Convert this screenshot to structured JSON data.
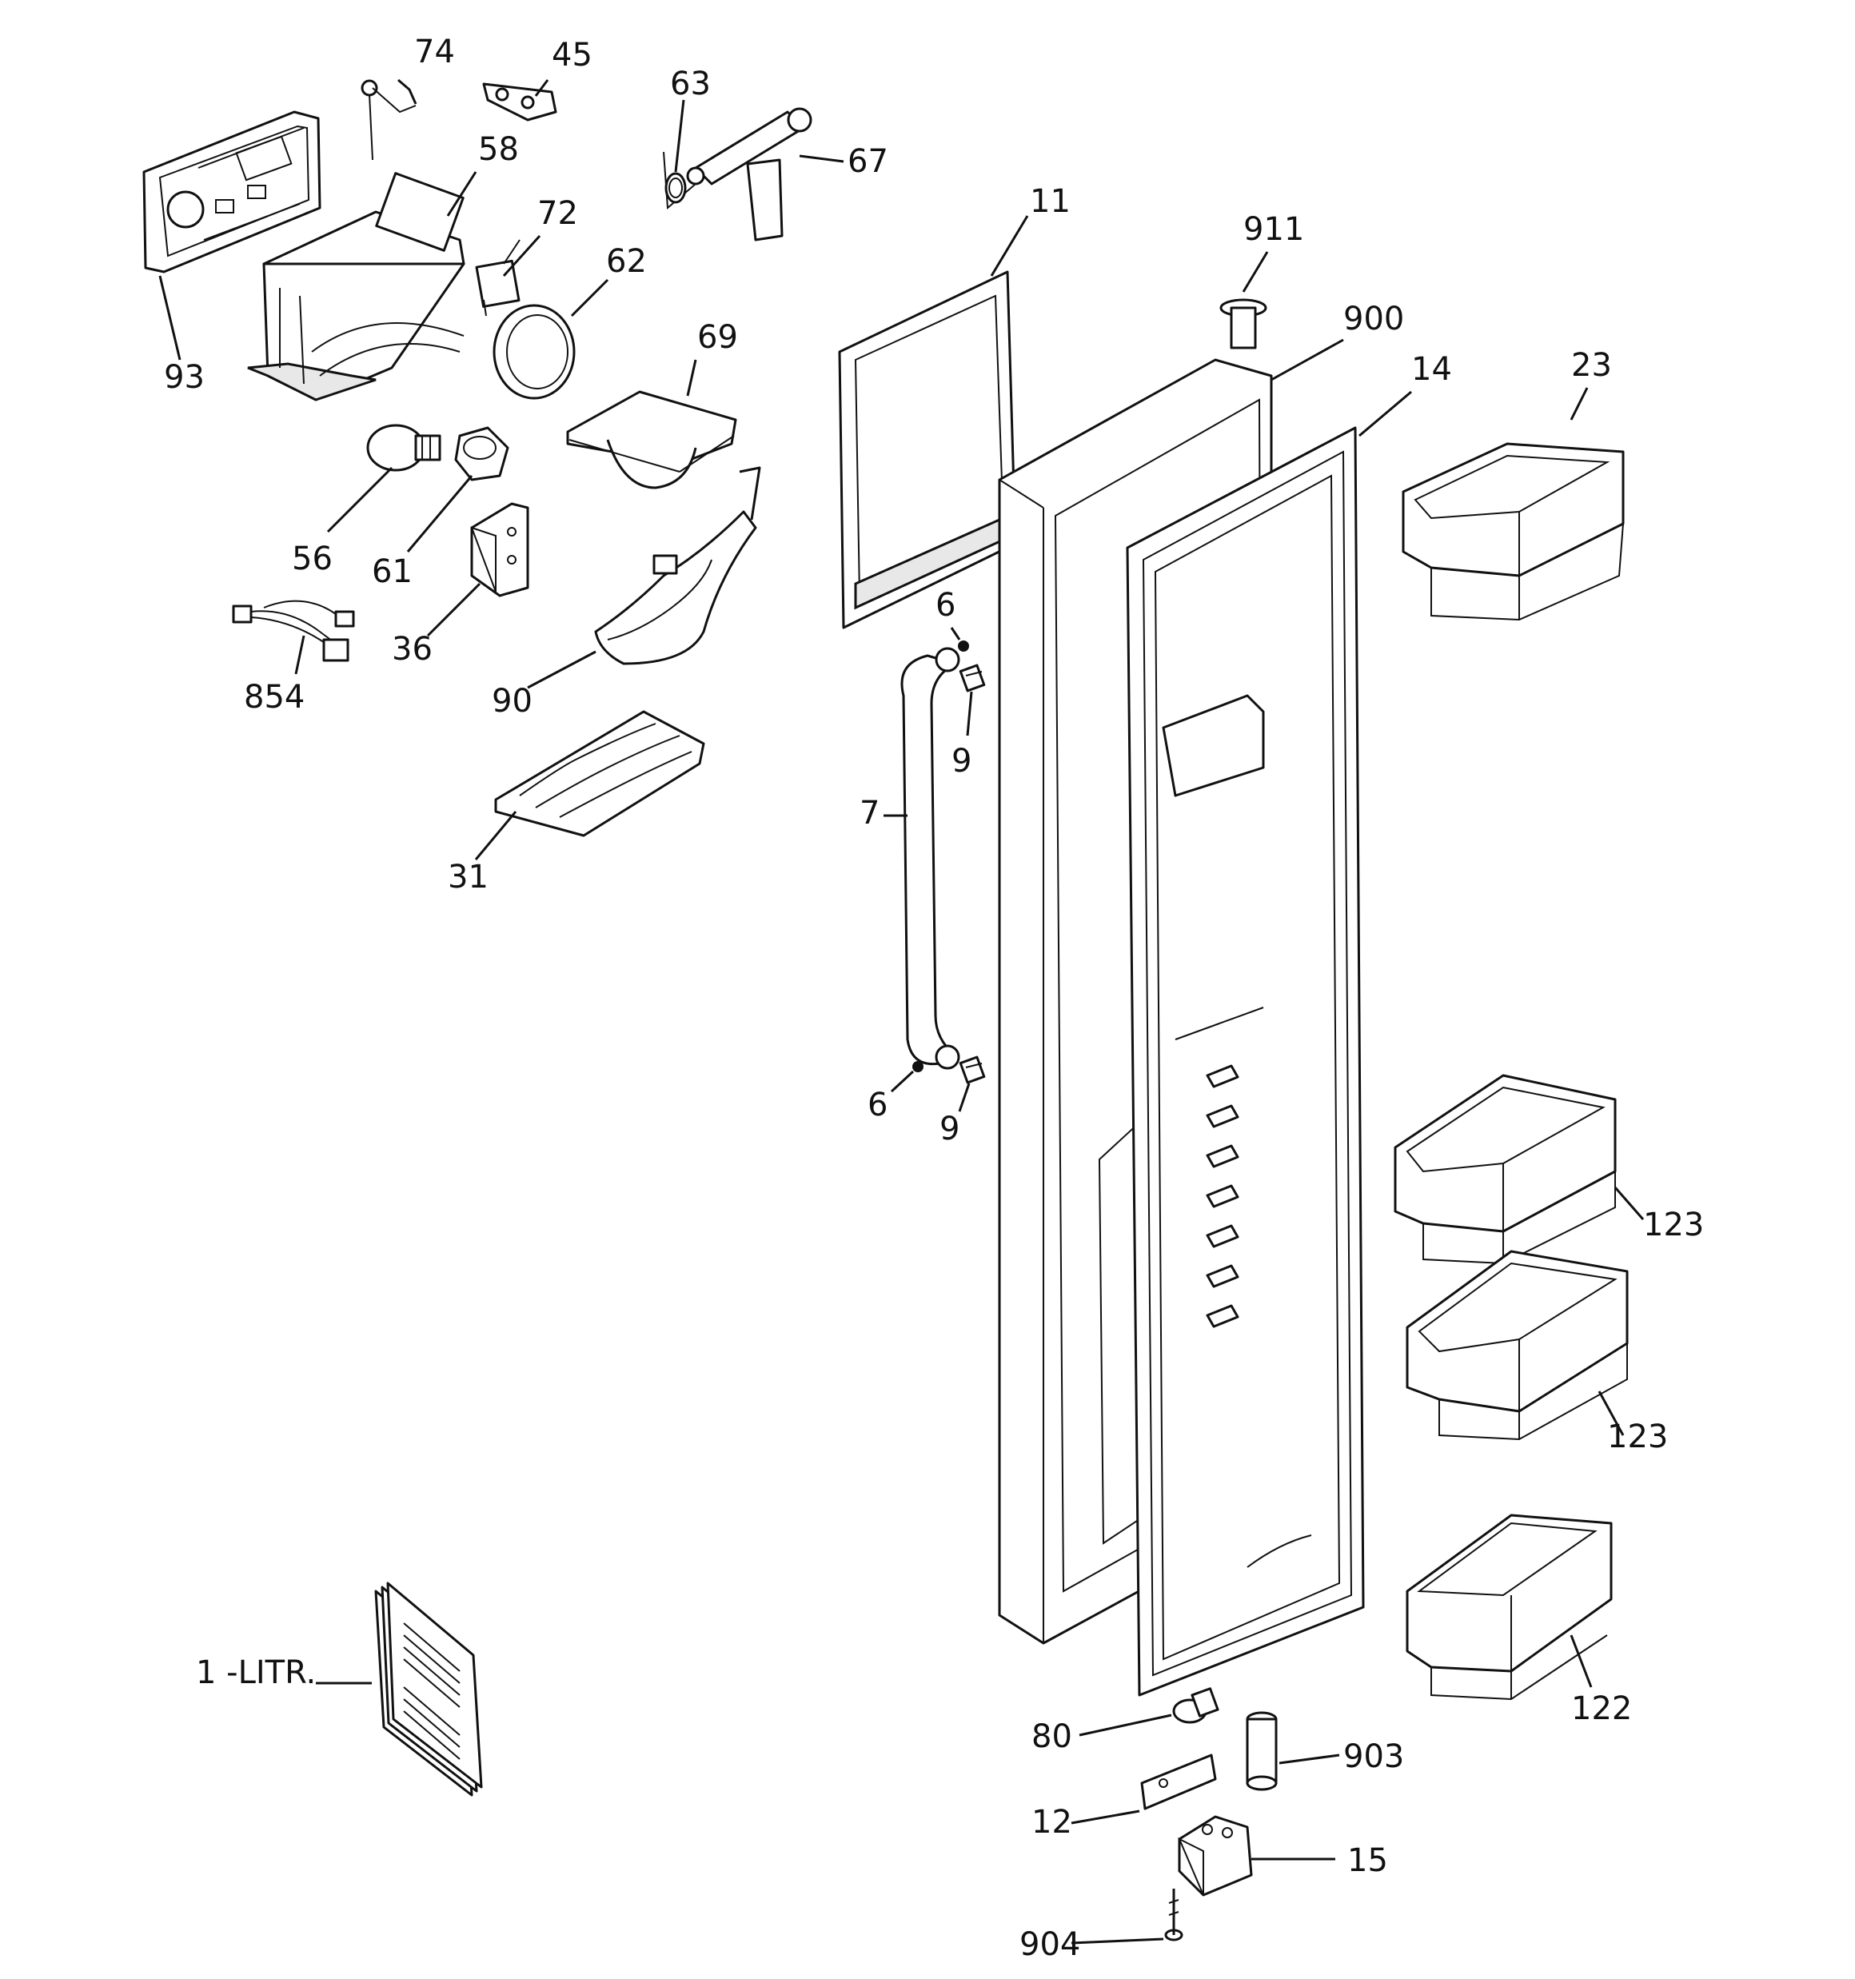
{
  "callouts": {
    "c74": "74",
    "c45": "45",
    "c63": "63",
    "c67": "67",
    "c58": "58",
    "c72": "72",
    "c62": "62",
    "c69": "69",
    "c93": "93",
    "c56": "56",
    "c61": "61",
    "c36": "36",
    "c854": "854",
    "c90": "90",
    "c31": "31",
    "c11": "11",
    "c911": "911",
    "c900": "900",
    "c14": "14",
    "c23": "23",
    "c6a": "6",
    "c9a": "9",
    "c7": "7",
    "c6b": "6",
    "c9b": "9",
    "c123a": "123",
    "c123b": "123",
    "c122": "122",
    "c1litr": "1 -LITR.",
    "c80": "80",
    "c903": "903",
    "c12": "12",
    "c15": "15",
    "c904": "904"
  }
}
